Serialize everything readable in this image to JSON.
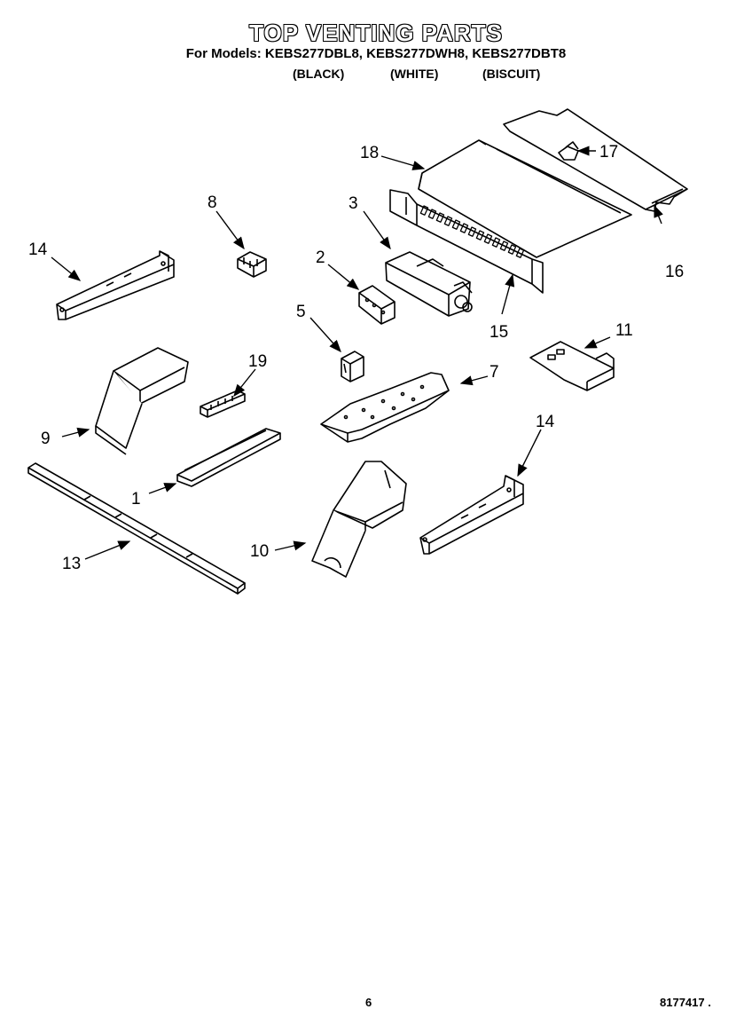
{
  "header": {
    "title": "TOP VENTING PARTS",
    "models_line": "For Models: KEBS277DBL8, KEBS277DWH8, KEBS277DBT8",
    "variants": [
      "(BLACK)",
      "(WHITE)",
      "(BISCUIT)"
    ]
  },
  "callouts": {
    "c1": "1",
    "c2": "2",
    "c3": "3",
    "c5": "5",
    "c7": "7",
    "c8": "8",
    "c9": "9",
    "c10": "10",
    "c11": "11",
    "c13": "13",
    "c14a": "14",
    "c14b": "14",
    "c15": "15",
    "c16": "16",
    "c17": "17",
    "c18": "18",
    "c19": "19"
  },
  "footer": {
    "page_number": "6",
    "doc_number": "8177417 ."
  }
}
